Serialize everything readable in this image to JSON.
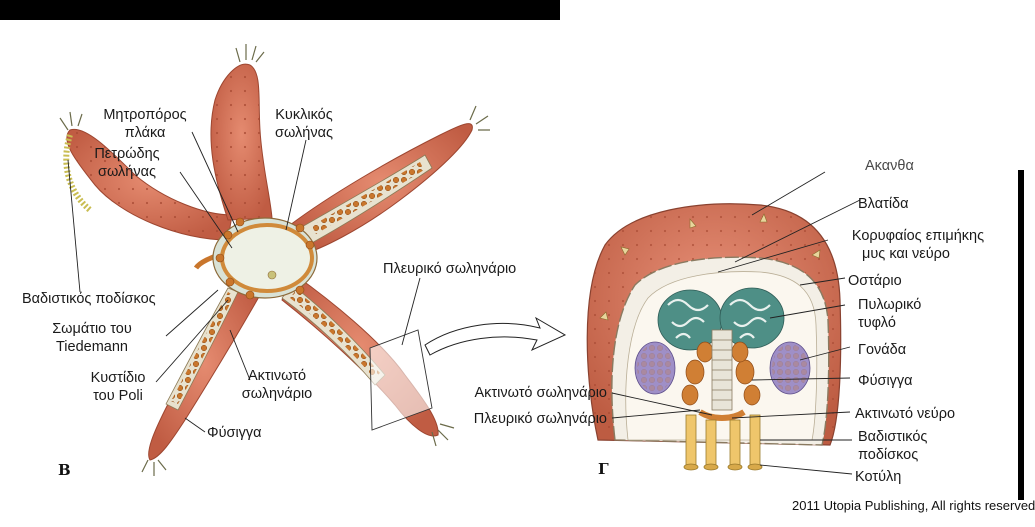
{
  "labels_left": {
    "madreporite_1": "Μητροπόρος",
    "madreporite_2": "πλάκα",
    "stone_canal_1": "Πετρώδης",
    "stone_canal_2": "σωλήνας",
    "ring_canal_1": "Κυκλικός",
    "ring_canal_2": "σωλήνας",
    "lateral_canal": "Πλευρικό σωληνάριο",
    "tube_foot": "Βαδιστικός ποδίσκος",
    "tiedemann_1": "Σωμάτιο του",
    "tiedemann_2": "Tiedemann",
    "poli_1": "Κυστίδιο",
    "poli_2": "του Poli",
    "radial_canal_1": "Ακτινωτό",
    "radial_canal_2": "σωληνάριο",
    "ampulla": "Φύσιγγα",
    "panel": "Β"
  },
  "labels_right": {
    "top_cut": "Ακανθα",
    "spine": "Βλατίδα",
    "muscle_1": "Κορυφαίος επιμήκης",
    "muscle_2": "μυς και νεύρο",
    "ossicle": "Οστάριο",
    "caecum_1": "Πυλωρικό",
    "caecum_2": "τυφλό",
    "gonad": "Γονάδα",
    "ampulla": "Φύσιγγα",
    "radial_canal": "Ακτινωτό σωληνάριο",
    "lateral_canal": "Πλευρικό σωληνάριο",
    "radial_nerve": "Ακτινωτό νεύρο",
    "tube_foot_1": "Βαδιστικός",
    "tube_foot_2": "ποδίσκος",
    "sucker": "Κοτύλη",
    "panel": "Γ"
  },
  "copyright": "2011 Utopia Publishing, All rights reserved",
  "colors": {
    "arm": "#d9735a",
    "arm_dark": "#b9533c",
    "canal": "#efd9a8",
    "ampulla": "#c9762c",
    "gonad": "#9f8fc7",
    "caecum": "#4e8f86"
  }
}
